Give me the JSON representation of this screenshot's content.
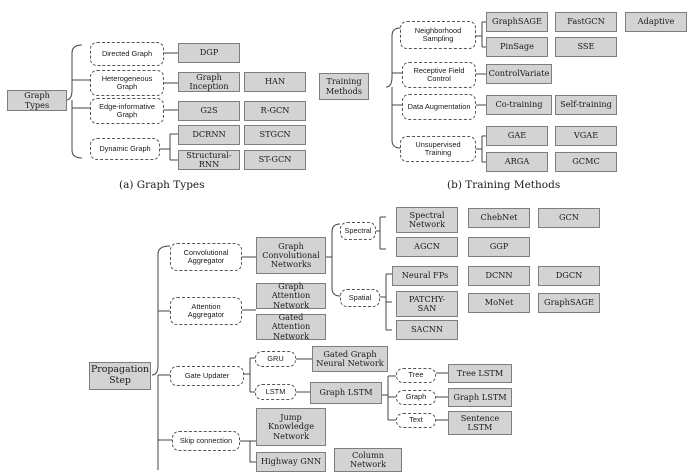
{
  "graph_types": {
    "root": "Graph Types",
    "caption": "(a) Graph Types",
    "categories": [
      "Directed Graph",
      "Heterogeneous Graph",
      "Edge-informative Graph",
      "Dynamic Graph"
    ],
    "models": [
      "DGP",
      "Graph Inception",
      "HAN",
      "G2S",
      "R-GCN",
      "DCRNN",
      "STGCN",
      "Structural-RNN",
      "ST-GCN"
    ]
  },
  "training_methods": {
    "root": "Training Methods",
    "caption": "(b) Training Methods",
    "categories": [
      "Neighborhood Sampling",
      "Receptive Field Control",
      "Data Augmentation",
      "Unsupervised Training"
    ],
    "models": [
      "GraphSAGE",
      "FastGCN",
      "Adaptive",
      "PinSage",
      "SSE",
      "ControlVariate",
      "Co-training",
      "Self-training",
      "GAE",
      "VGAE",
      "ARGA",
      "GCMC"
    ]
  },
  "propagation_step": {
    "root": "Propagation Step",
    "categories": [
      "Convolutional Aggregator",
      "Attention Aggregator",
      "Gate Updater",
      "Skip connection"
    ],
    "subcategories": [
      "Spectral",
      "Spatial",
      "GRU",
      "LSTM",
      "Tree",
      "Graph",
      "Text"
    ],
    "mid_models": [
      "Graph Convolutional Networks",
      "Graph Attention Network",
      "Gated Attention Network",
      "Gated Graph Neural Network",
      "Graph LSTM",
      "Jump Knowledge Network",
      "Highway GNN",
      "Column Network"
    ],
    "leaf_models": [
      "Spectral Network",
      "ChebNet",
      "GCN",
      "AGCN",
      "GGP",
      "Neural FPs",
      "DCNN",
      "DGCN",
      "PATCHY-SAN",
      "MoNet",
      "GraphSAGE",
      "SACNN",
      "Tree LSTM",
      "Graph LSTM",
      "Sentence LSTM"
    ]
  }
}
